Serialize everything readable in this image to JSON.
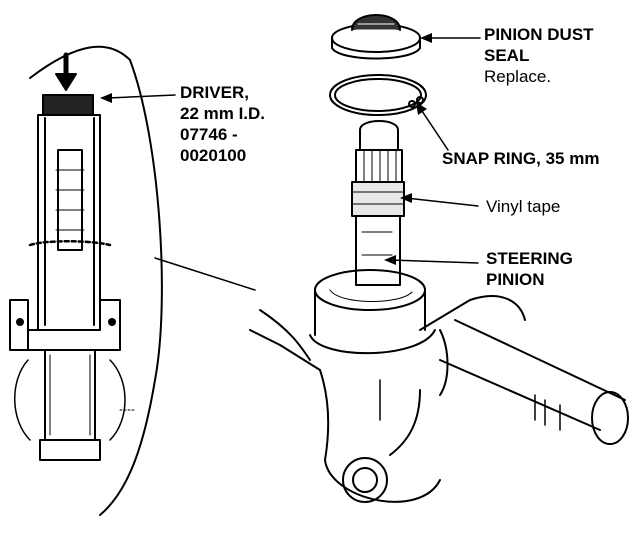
{
  "labels": {
    "driver": {
      "lines": [
        "DRIVER,",
        "22 mm I.D.",
        "07746 -",
        "0020100"
      ]
    },
    "pinion_dust_seal": {
      "lines": [
        "PINION DUST",
        "SEAL"
      ],
      "note": "Replace."
    },
    "snap_ring": "SNAP RING, 35 mm",
    "vinyl_tape": "Vinyl tape",
    "steering_pinion": {
      "lines": [
        "STEERING",
        "PINION"
      ]
    }
  }
}
